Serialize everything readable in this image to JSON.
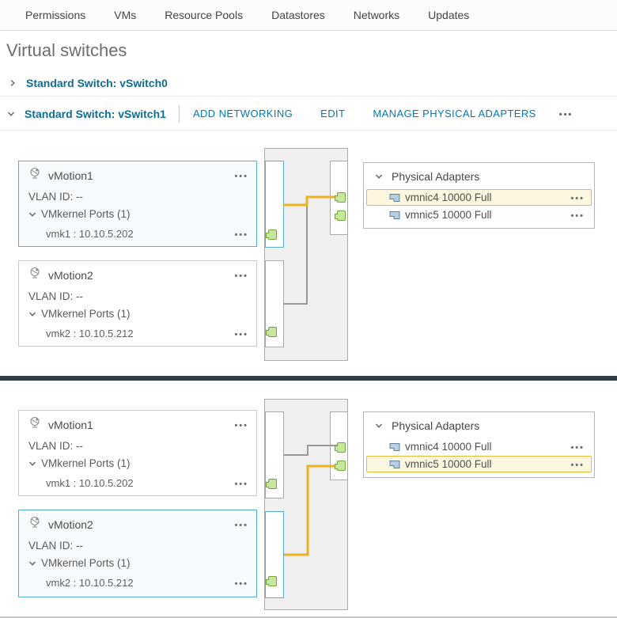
{
  "tab_bar": {
    "tabs": [
      {
        "label": "Permissions"
      },
      {
        "label": "VMs"
      },
      {
        "label": "Resource Pools"
      },
      {
        "label": "Datastores"
      },
      {
        "label": "Networks"
      },
      {
        "label": "Updates"
      }
    ]
  },
  "page_title": "Virtual switches",
  "switch_rows": {
    "collapsed_switch": {
      "label": "Standard Switch: vSwitch0"
    },
    "expanded_switch": {
      "label": "Standard Switch: vSwitch1",
      "actions": [
        {
          "label": "ADD NETWORKING"
        },
        {
          "label": "EDIT"
        },
        {
          "label": "MANAGE PHYSICAL ADAPTERS"
        }
      ]
    }
  },
  "panels": [
    {
      "port_groups": [
        {
          "name": "vMotion1",
          "vlan_label": "VLAN ID: --",
          "vmkernel_label": "VMkernel Ports (1)",
          "vmk_entry": "vmk1 : 10.10.5.202",
          "selected": true
        },
        {
          "name": "vMotion2",
          "vlan_label": "VLAN ID: --",
          "vmkernel_label": "VMkernel Ports (1)",
          "vmk_entry": "vmk2 : 10.10.5.212",
          "selected": false
        }
      ],
      "physical_adapters": {
        "title": "Physical Adapters",
        "nics": [
          {
            "label": "vmnic4 10000 Full",
            "highlighted": true
          },
          {
            "label": "vmnic5 10000 Full",
            "highlighted": false
          }
        ]
      }
    },
    {
      "port_groups": [
        {
          "name": "vMotion1",
          "vlan_label": "VLAN ID: --",
          "vmkernel_label": "VMkernel Ports (1)",
          "vmk_entry": "vmk1 : 10.10.5.202",
          "selected": false
        },
        {
          "name": "vMotion2",
          "vlan_label": "VLAN ID: --",
          "vmkernel_label": "VMkernel Ports (1)",
          "vmk_entry": "vmk2 : 10.10.5.212",
          "selected": true
        }
      ],
      "physical_adapters": {
        "title": "Physical Adapters",
        "nics": [
          {
            "label": "vmnic4 10000 Full",
            "highlighted": false
          },
          {
            "label": "vmnic5 10000 Full",
            "highlighted": true
          }
        ]
      }
    }
  ],
  "icons": {
    "port_group": "network-globe",
    "physical_nic": "nic-card",
    "more_menu": "ellipsis",
    "collapse": "chevron-down",
    "expand": "chevron-right"
  },
  "colors": {
    "link_blue": "#0079b8",
    "switch_name_blue": "#0d6d94",
    "selected_border": "#55aed6",
    "highlight_yellow_border": "#e2bc3a",
    "highlight_yellow_bg": "#fdf7df",
    "connection_active": "#eeb220",
    "connection_inactive": "#999999",
    "port_green_fill": "#c9e69e",
    "port_green_border": "#72a635",
    "separator_dark": "#2e3d4a"
  }
}
